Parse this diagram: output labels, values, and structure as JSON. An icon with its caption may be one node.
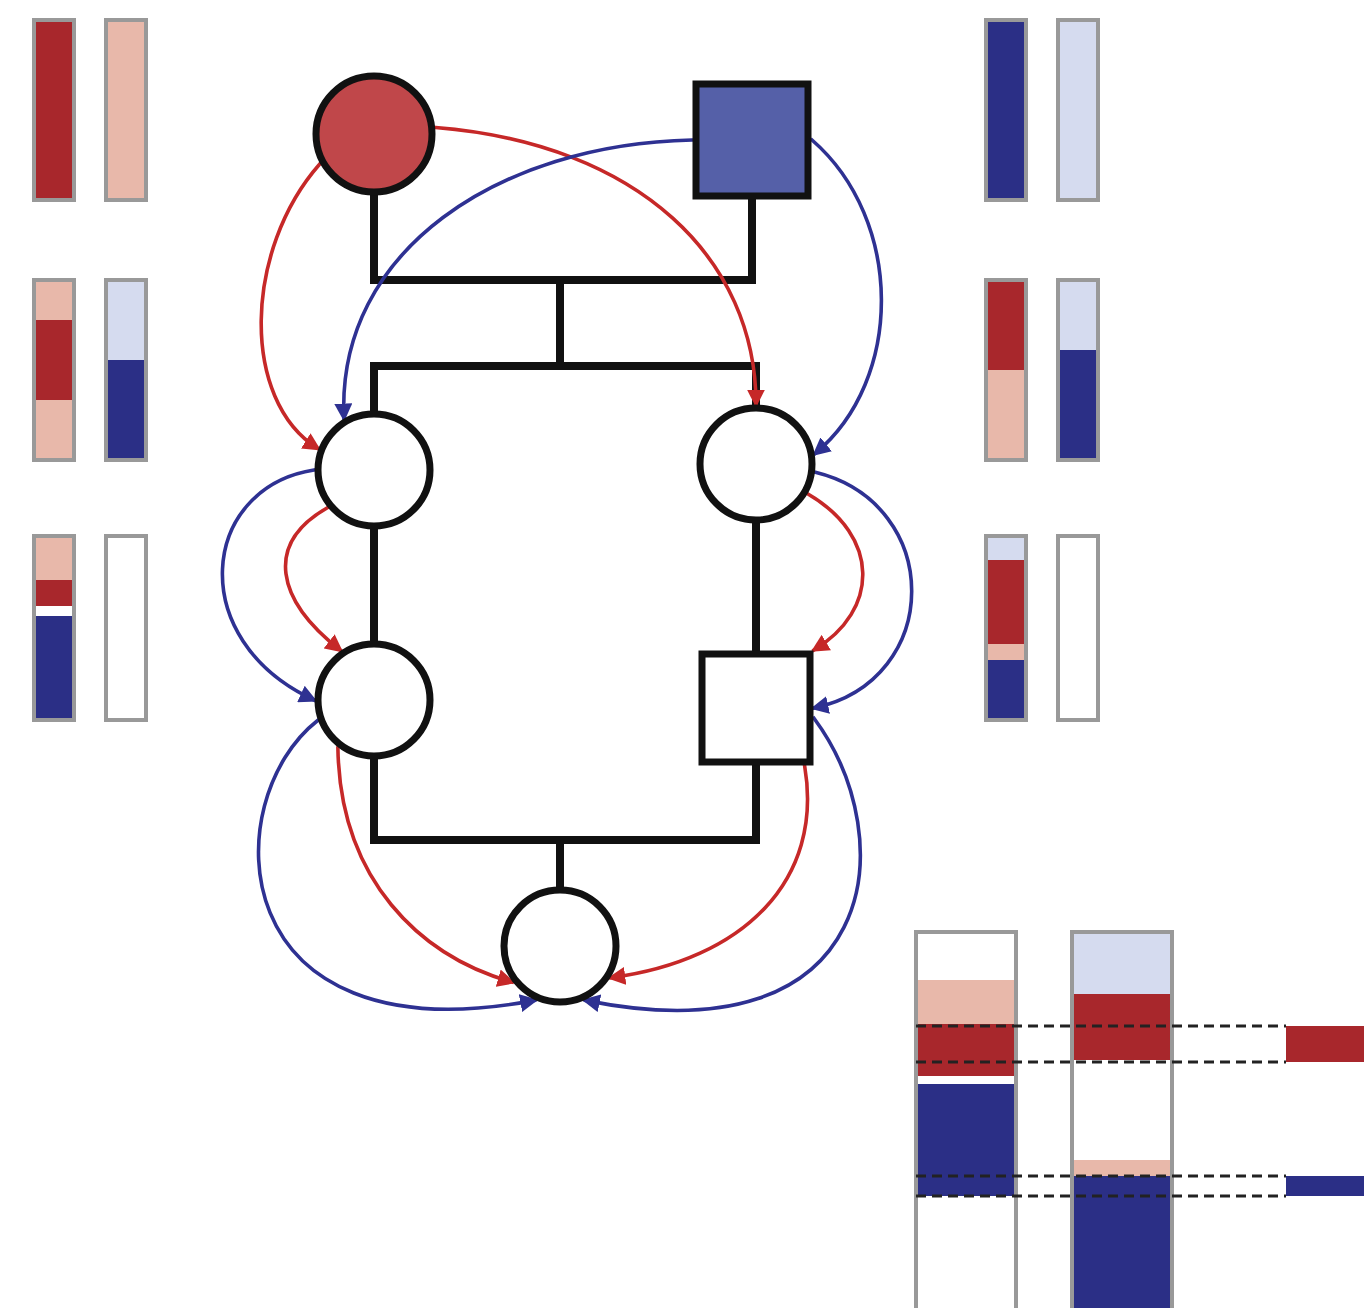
{
  "diagram": {
    "nodes": [
      {
        "text": [],
        "shape": "circle"
      },
      {
        "text": [],
        "shape": "box"
      },
      {
        "text": [],
        "shape": "circle"
      },
      {
        "text": [],
        "shape": "circle"
      },
      {
        "text": [],
        "shape": "circle"
      },
      {
        "text": [],
        "shape": "box"
      },
      {
        "text": [],
        "shape": "circle"
      }
    ],
    "edges": [
      {
        "from": 0,
        "to": 2,
        "arrow": "none",
        "style": "thick"
      },
      {
        "from": 0,
        "to": 3,
        "arrow": "none",
        "style": "thick"
      },
      {
        "from": 1,
        "to": 2,
        "arrow": "none",
        "style": "thick"
      },
      {
        "from": 1,
        "to": 3,
        "arrow": "none",
        "style": "thick"
      },
      {
        "from": 2,
        "to": 4,
        "arrow": "none",
        "style": "thick"
      },
      {
        "from": 3,
        "to": 5,
        "arrow": "none",
        "style": "thick"
      },
      {
        "from": 4,
        "to": 6,
        "arrow": "none",
        "style": "thick"
      },
      {
        "from": 5,
        "to": 6,
        "arrow": "none",
        "style": "thick"
      },
      {
        "from": 0,
        "to": 2,
        "arrow": "to",
        "color": "#c62828"
      },
      {
        "from": 0,
        "to": 3,
        "arrow": "to",
        "color": "#c62828"
      },
      {
        "from": 1,
        "to": 2,
        "arrow": "to",
        "color": "#2e3192"
      },
      {
        "from": 1,
        "to": 3,
        "arrow": "to",
        "color": "#2e3192"
      },
      {
        "from": 2,
        "to": 4,
        "arrow": "to",
        "color": "#c62828"
      },
      {
        "from": 2,
        "to": 4,
        "arrow": "to",
        "color": "#2e3192"
      },
      {
        "from": 3,
        "to": 5,
        "arrow": "to",
        "color": "#c62828"
      },
      {
        "from": 3,
        "to": 5,
        "arrow": "to",
        "color": "#2e3192"
      },
      {
        "from": 4,
        "to": 6,
        "arrow": "to",
        "color": "#c62828"
      },
      {
        "from": 5,
        "to": 6,
        "arrow": "to",
        "color": "#c62828"
      },
      {
        "from": 4,
        "to": 6,
        "arrow": "to",
        "color": "#2e3192"
      },
      {
        "from": 5,
        "to": 6,
        "arrow": "to",
        "color": "#2e3192"
      }
    ]
  }
}
